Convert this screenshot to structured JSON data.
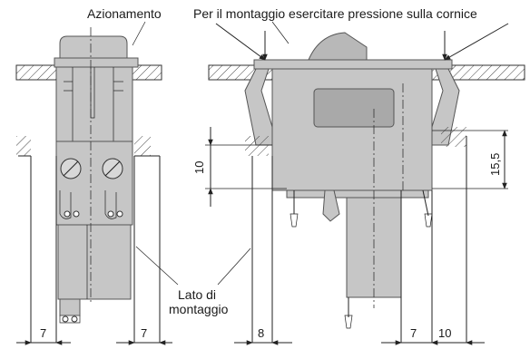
{
  "labels": {
    "actuation": "Azionamento",
    "mounting_note": "Per il montaggio esercitare pressione sulla cornice",
    "mounting_side_line1": "Lato di",
    "mounting_side_line2": "montaggio"
  },
  "dimensions": {
    "left_gap_left": "7",
    "left_gap_right": "7",
    "right_gap_left": "8",
    "right_gap_mid": "7",
    "right_gap_right": "10",
    "height_left": "10",
    "height_right": "15,5"
  },
  "colors": {
    "part_fill": "#c6c6c6",
    "hatch": "#444444",
    "line": "#222222"
  }
}
